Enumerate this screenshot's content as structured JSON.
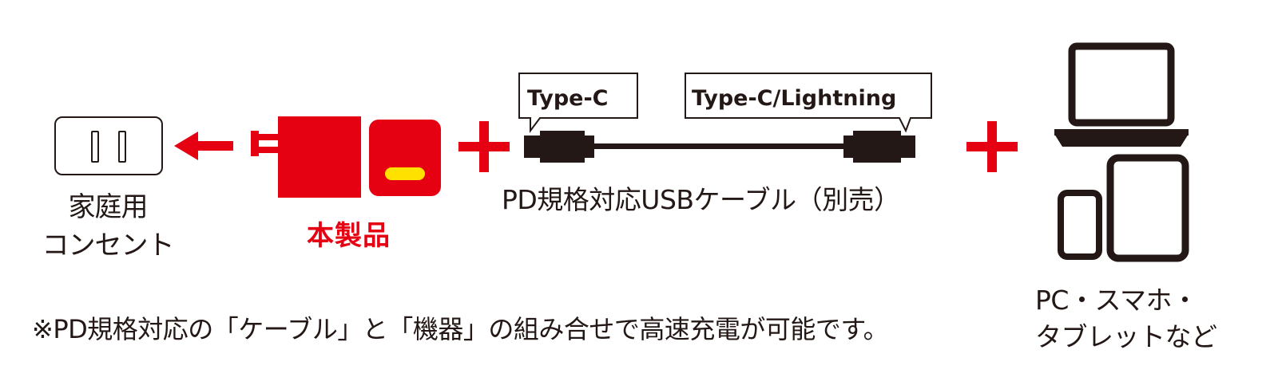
{
  "outlet": {
    "label_line1": "家庭用",
    "label_line2": "コンセント"
  },
  "product": {
    "label": "本製品"
  },
  "cable": {
    "tag_left": "Type-C",
    "tag_right": "Type-C/Lightning",
    "caption": "PD規格対応USBケーブル（別売）"
  },
  "devices": {
    "label_line1": "PC・スマホ・",
    "label_line2": "タブレットなど"
  },
  "note": "※PD規格対応の「ケーブル」と「機器」の組み合せで高速充電が可能です。",
  "icons": {
    "outlet": "wall-outlet-icon",
    "arrow": "arrow-left-icon",
    "charger": "usb-charger-icon",
    "plus": "plus-icon",
    "cable": "usb-cable-icon",
    "laptop": "laptop-icon",
    "smartphone": "smartphone-icon",
    "tablet": "tablet-icon"
  },
  "colors": {
    "accent_red": "#e50012",
    "ink": "#231815",
    "port_yellow": "#ffe100"
  }
}
